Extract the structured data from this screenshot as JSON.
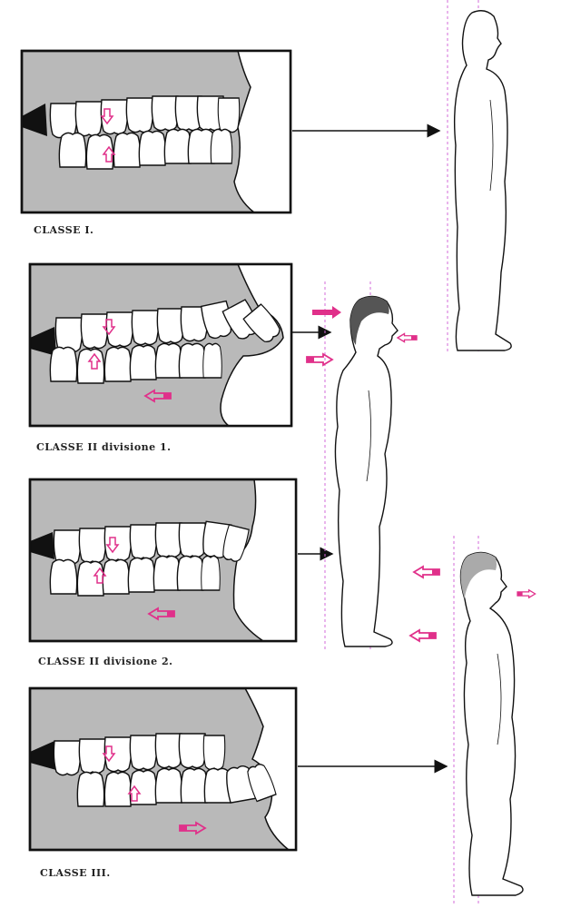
{
  "captions": {
    "class1": "CLASSE I.",
    "class2d1": "CLASSE II divisione 1.",
    "class2d2": "CLASSE II divisione 2.",
    "class3": "CLASSE III."
  },
  "colors": {
    "arrow_pink": "#e0308a",
    "guide_line": "#d36bd8",
    "panel_gray": "#b9b9b9",
    "head_gray": "#555555",
    "outline": "#111111"
  }
}
